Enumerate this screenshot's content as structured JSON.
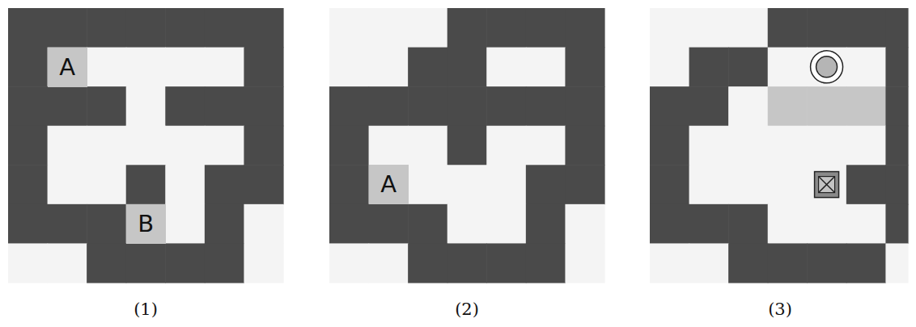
{
  "diagram": {
    "nodes": [
      {
        "text": [
          "A"
        ]
      },
      {
        "text": [
          "B"
        ]
      },
      {
        "text": [
          "A"
        ]
      }
    ],
    "labels": [
      "(1)",
      "(2)",
      "(3)"
    ]
  }
}
